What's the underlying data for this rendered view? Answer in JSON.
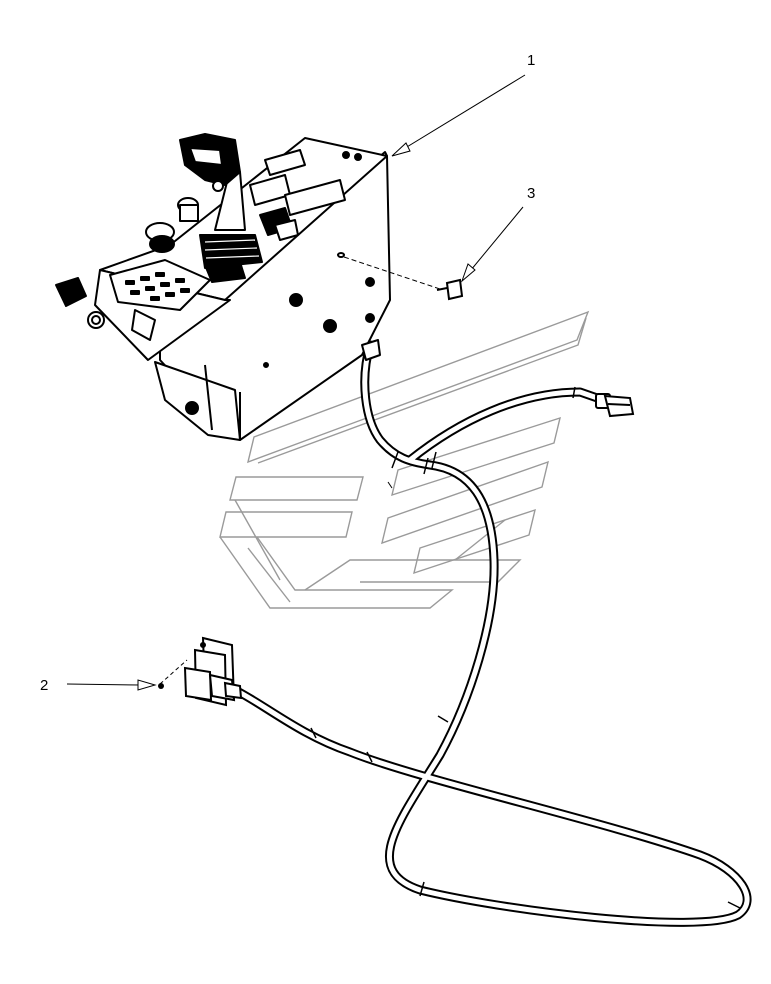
{
  "callouts": [
    {
      "id": "1",
      "label": "1",
      "target": "control-console"
    },
    {
      "id": "2",
      "label": "2",
      "target": "connector-screw"
    },
    {
      "id": "3",
      "label": "3",
      "target": "mounting-bolt"
    }
  ],
  "colors": {
    "line": "#000000",
    "watermark": "#9a9a9a",
    "background": "#ffffff"
  }
}
